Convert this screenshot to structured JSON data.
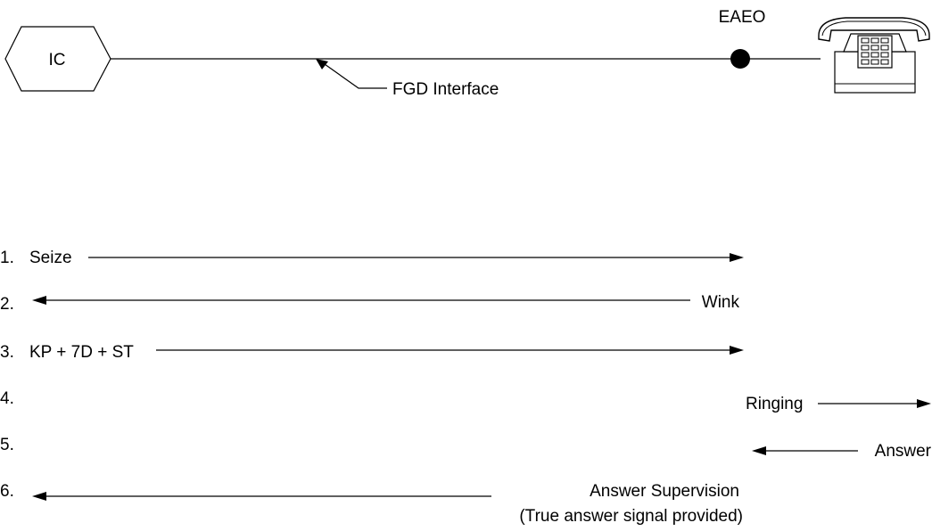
{
  "top": {
    "ic_label": "IC",
    "eaeo_label": "EAEO",
    "interface_label": "FGD Interface"
  },
  "steps": [
    {
      "number": "1.",
      "label": "Seize",
      "direction": "right"
    },
    {
      "number": "2.",
      "label": "Wink",
      "direction": "left"
    },
    {
      "number": "3.",
      "label": "KP + 7D + ST",
      "direction": "right"
    },
    {
      "number": "4.",
      "label": "Ringing",
      "direction": "right"
    },
    {
      "number": "5.",
      "label": "Answer",
      "direction": "left"
    },
    {
      "number": "6.",
      "label": "Answer Supervision",
      "note": "(True answer signal provided)",
      "direction": "left"
    }
  ],
  "icons": {
    "phone": "telephone-icon",
    "ic": "hexagon-shape",
    "office": "filled-circle-dot"
  },
  "colors": {
    "ink": "#000000",
    "background": "#ffffff"
  }
}
